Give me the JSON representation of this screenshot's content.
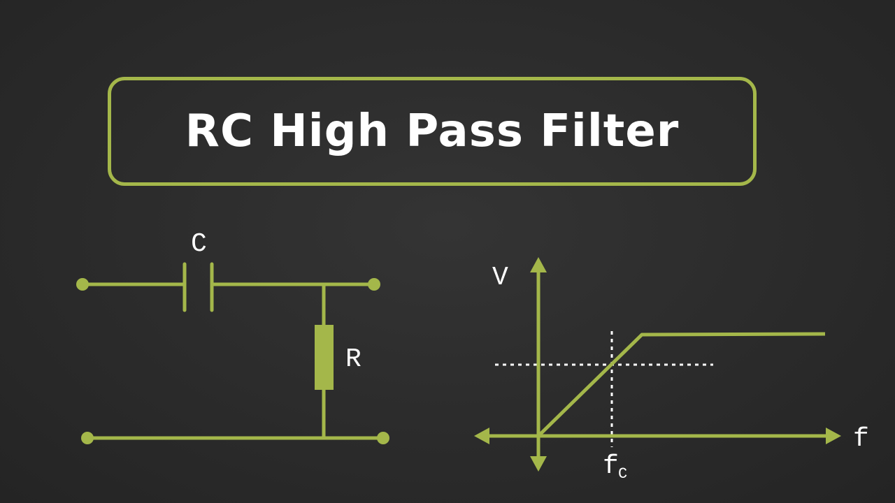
{
  "title": "RC High Pass Filter",
  "colors": {
    "accent": "#a4b74a",
    "background": "#2e2e2e",
    "text": "#ffffff"
  },
  "circuit": {
    "capacitor_label": "C",
    "resistor_label": "R"
  },
  "graph": {
    "y_axis_label": "V",
    "x_axis_label": "f",
    "cutoff_label_main": "f",
    "cutoff_label_sub": "C"
  }
}
